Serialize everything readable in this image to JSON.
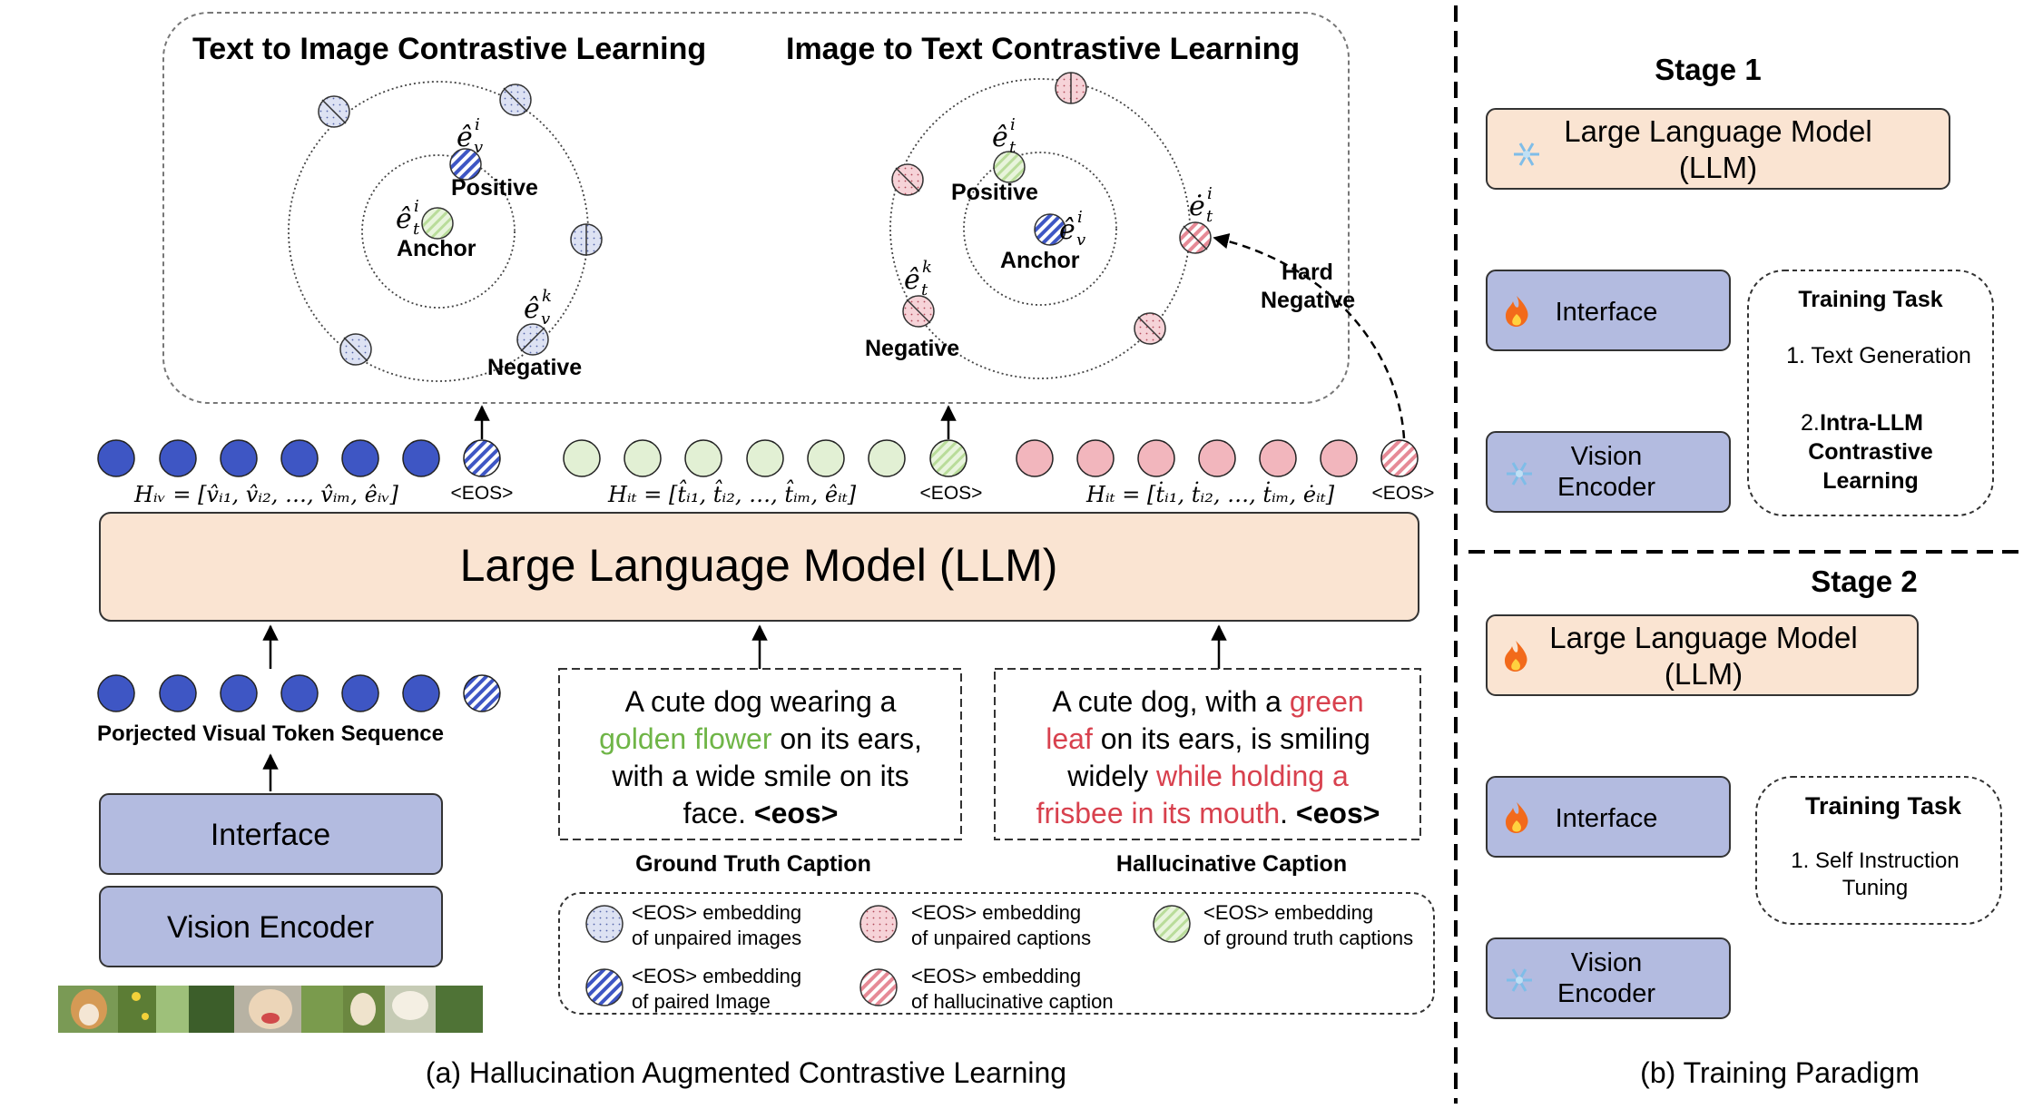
{
  "left_panel": {
    "t2i_title": "Text to Image Contrastive Learning",
    "i2t_title": "Image to Text Contrastive Learning",
    "t2i": {
      "positive": "Positive",
      "anchor": "Anchor",
      "negative": "Negative",
      "sym_positive": "ê",
      "sup_positive": "i",
      "sub_positive": "v",
      "sym_anchor": "ê",
      "sup_anchor": "i",
      "sub_anchor": "t",
      "sym_negative": "ê",
      "sup_negative": "k",
      "sub_negative": "v"
    },
    "i2t": {
      "positive": "Positive",
      "anchor": "Anchor",
      "negative": "Negative",
      "hard_negative_line1": "Hard",
      "hard_negative_line2": "Negative",
      "sym_positive": "ê",
      "sup_positive": "i",
      "sub_positive": "t",
      "sym_anchor": "ê",
      "sup_anchor": "i",
      "sub_anchor": "v",
      "sym_negative": "ê",
      "sup_negative": "k",
      "sub_negative": "t",
      "sym_hard": "ė",
      "sup_hard": "i",
      "sub_hard": "t"
    },
    "eos_label": "<EOS>",
    "formula_v": "Hᵢᵥ = [v̂ᵢ₁, v̂ᵢ₂, …, v̂ᵢₘ, êᵢᵥ]",
    "formula_t": "Hᵢₜ = [t̂ᵢ₁, t̂ᵢ₂, …, t̂ᵢₘ, êᵢₜ]",
    "formula_h": "Hᵢₜ = [ṫᵢ₁, ṫᵢ₂, …, ṫᵢₘ, ėᵢₜ]",
    "llm_label": "Large Language Model (LLM)",
    "visual_seq_label": "Porjected Visual Token Sequence",
    "interface_label": "Interface",
    "vision_encoder_label": "Vision Encoder",
    "gt_caption": {
      "lines": [
        [
          {
            "t": "A cute dog wearing a",
            "c": "normal"
          }
        ],
        [
          {
            "t": "golden flower",
            "c": "green"
          },
          {
            "t": " on its ears,",
            "c": "normal"
          }
        ],
        [
          {
            "t": "with a wide smile on its",
            "c": "normal"
          }
        ],
        [
          {
            "t": "face. ",
            "c": "normal"
          },
          {
            "t": "<eos>",
            "c": "bold"
          }
        ]
      ],
      "label": "Ground Truth Caption"
    },
    "hall_caption": {
      "lines": [
        [
          {
            "t": "A cute dog, with a ",
            "c": "normal"
          },
          {
            "t": "green",
            "c": "red"
          }
        ],
        [
          {
            "t": "leaf",
            "c": "red"
          },
          {
            "t": " on its ears, is smiling",
            "c": "normal"
          }
        ],
        [
          {
            "t": "widely ",
            "c": "normal"
          },
          {
            "t": "while holding a",
            "c": "red"
          }
        ],
        [
          {
            "t": "frisbee in its mouth",
            "c": "red"
          },
          {
            "t": ". ",
            "c": "normal"
          },
          {
            "t": "<eos>",
            "c": "bold"
          }
        ]
      ],
      "label": "Hallucinative Caption"
    },
    "legend": {
      "unpaired_images": [
        "<EOS> embedding",
        "of unpaired images"
      ],
      "unpaired_captions": [
        "<EOS> embedding",
        "of unpaired captions"
      ],
      "gt_captions": [
        "<EOS> embedding",
        "of ground truth captions"
      ],
      "paired_image": [
        "<EOS> embedding",
        "of paired Image"
      ],
      "hall_caption": [
        "<EOS> embedding",
        "of hallucinative caption"
      ]
    },
    "caption": "(a) Hallucination Augmented Contrastive Learning"
  },
  "right_panel": {
    "stage1": {
      "title": "Stage 1",
      "llm_line1": "Large Language Model",
      "llm_line2": "(LLM)",
      "interface": "Interface",
      "vision_line1": "Vision",
      "vision_line2": "Encoder",
      "task_title": "Training Task",
      "task_1": "1. Text Generation",
      "task_2_num": "2. ",
      "task_2_line1": "Intra-LLM",
      "task_2_line2": "Contrastive",
      "task_2_line3": "Learning"
    },
    "stage2": {
      "title": "Stage 2",
      "llm_line1": "Large Language Model",
      "llm_line2": "(LLM)",
      "interface": "Interface",
      "vision_line1": "Vision",
      "vision_line2": "Encoder",
      "task_title": "Training Task",
      "task_1_line1": "1. Self Instruction",
      "task_1_line2": "Tuning"
    },
    "caption": "(b) Training Paradigm"
  },
  "colors": {
    "blue_token": "#3e56c4",
    "green_token": "#e2f0d4",
    "pink_token": "#f2b6bd",
    "llm_fill": "#fae4d2",
    "module_fill": "#b3bbe0",
    "green_text": "#6fb547",
    "red_text": "#d8414e"
  }
}
